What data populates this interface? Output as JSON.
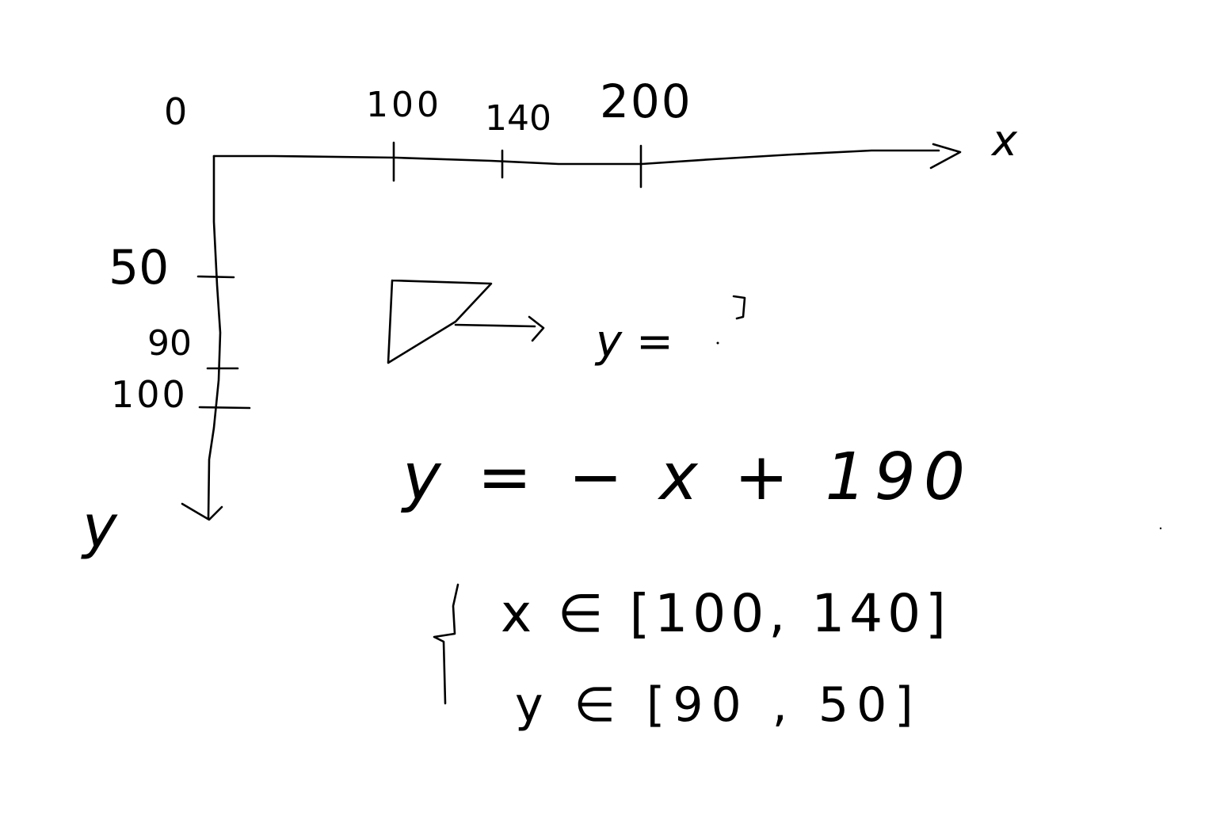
{
  "sketch": {
    "x_axis": {
      "origin_label": "0",
      "ticks": [
        "100",
        "140",
        "200"
      ],
      "axis_label": "x"
    },
    "y_axis": {
      "ticks": [
        "50",
        "90",
        "100"
      ],
      "axis_label": "y"
    },
    "triangle_note": "y =",
    "equation": "y = − x + 190",
    "constraints": {
      "x_range": "x ∈ [100, 140]",
      "y_range": "y ∈ [90 , 50]"
    }
  }
}
